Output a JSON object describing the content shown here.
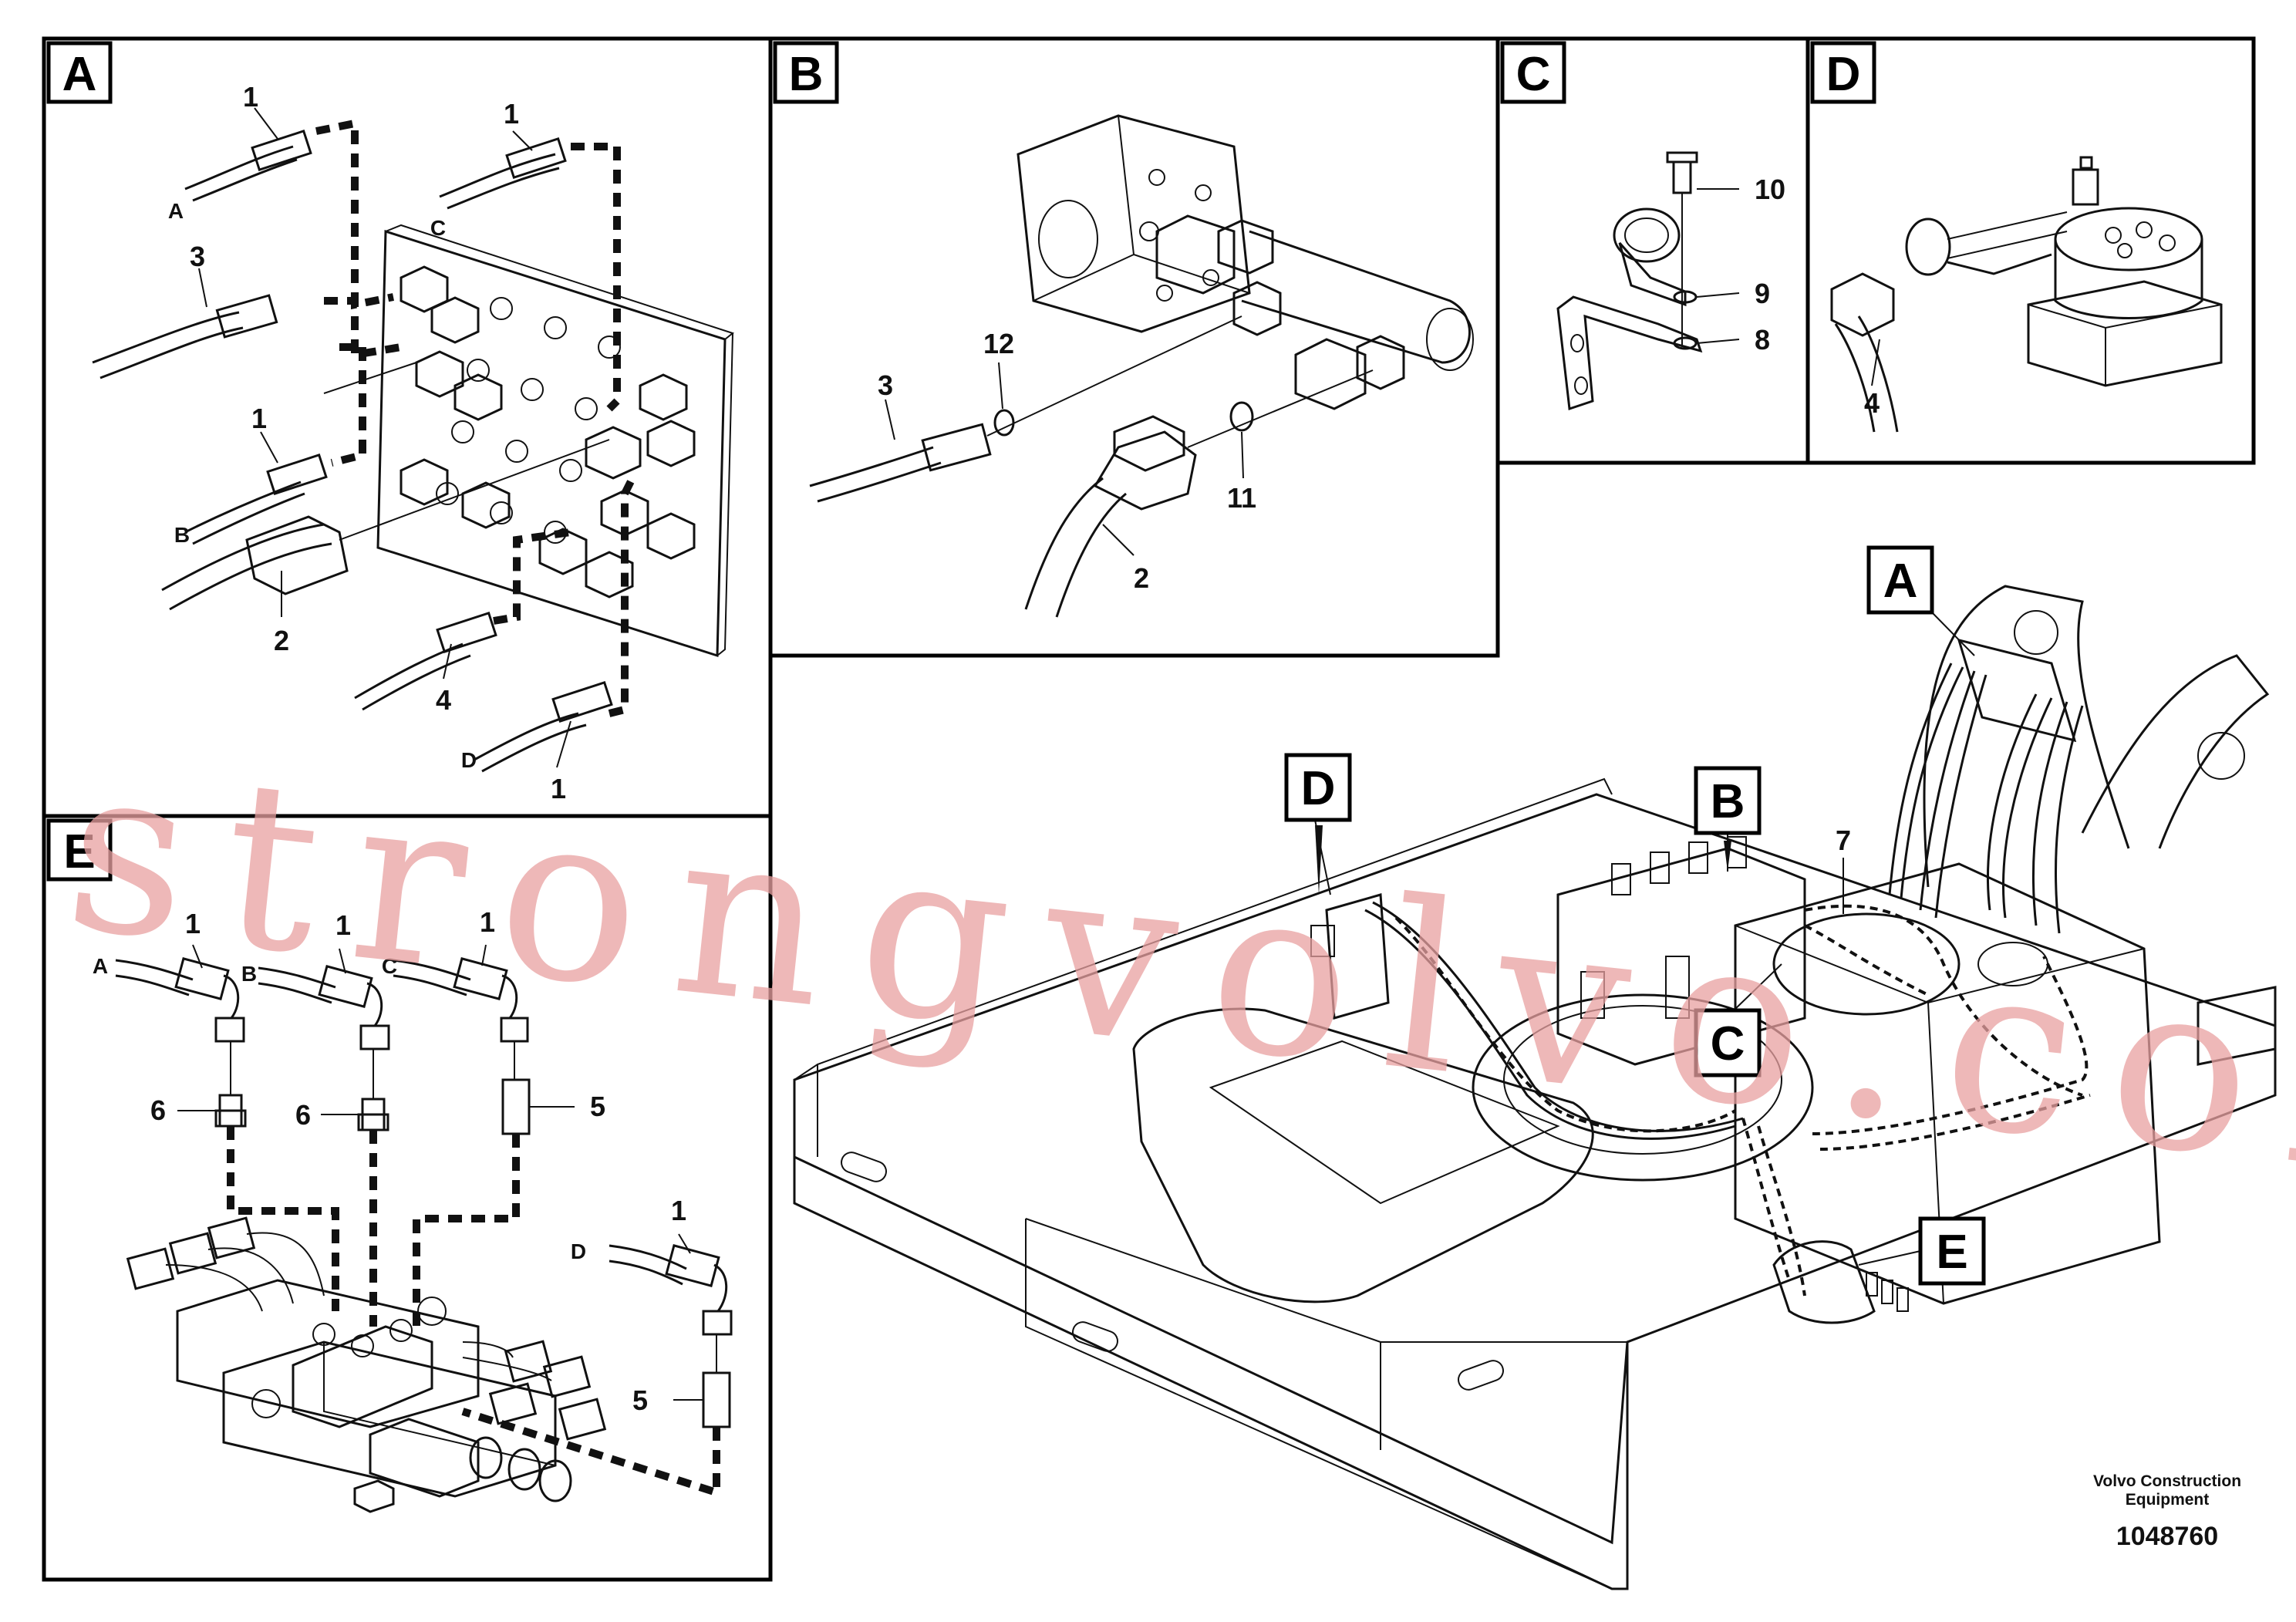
{
  "panels": {
    "A": {
      "letter": "A",
      "labels": {
        "p1a": "1",
        "p1c": "1",
        "p3": "3",
        "p1b": "1",
        "p2": "2",
        "p4": "4",
        "p1d": "1",
        "la": "A",
        "lc": "C",
        "lb": "B",
        "ld": "D"
      }
    },
    "B": {
      "letter": "B",
      "labels": {
        "p3": "3",
        "p12": "12",
        "p11": "11",
        "p2": "2"
      }
    },
    "C": {
      "letter": "C",
      "labels": {
        "p10": "10",
        "p9": "9",
        "p8": "8"
      }
    },
    "D": {
      "letter": "D",
      "labels": {
        "p4": "4"
      }
    },
    "E": {
      "letter": "E",
      "labels": {
        "p1a": "1",
        "p1b": "1",
        "p1c": "1",
        "p1d": "1",
        "la": "A",
        "lb": "B",
        "lc": "C",
        "ld": "D",
        "p6a": "6",
        "p6b": "6",
        "p5a": "5",
        "p5b": "5"
      }
    }
  },
  "overview": {
    "callouts": {
      "A": "A",
      "B": "B",
      "C": "C",
      "D": "D",
      "E": "E"
    },
    "part7": "7"
  },
  "credit": {
    "line1": "Volvo Construction",
    "line2": "Equipment"
  },
  "doc_number": "1048760",
  "watermark": "strongvolvo.com"
}
